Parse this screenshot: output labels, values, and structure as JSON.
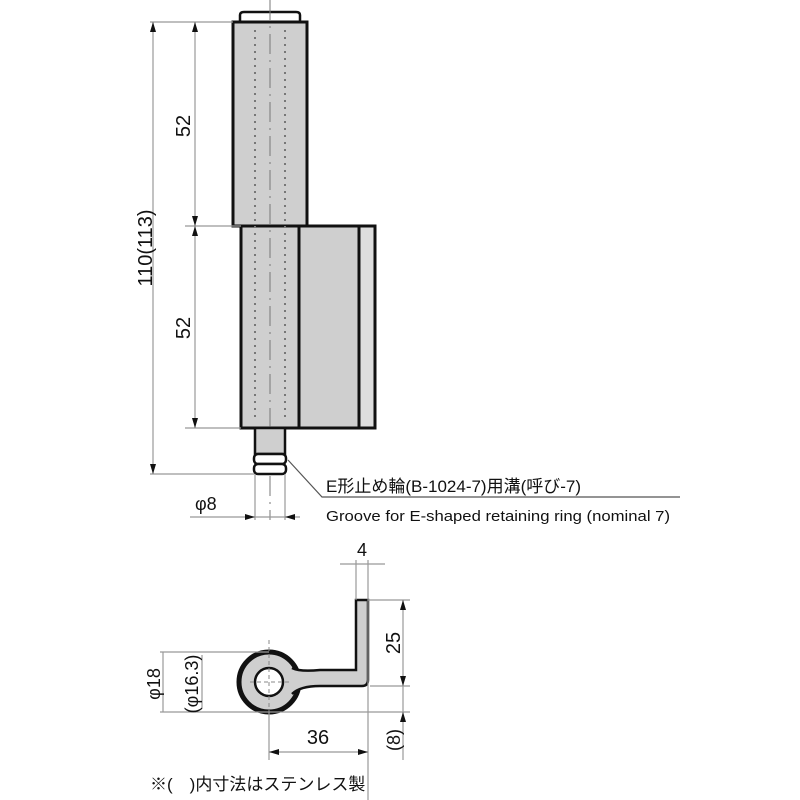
{
  "drawing": {
    "side_view": {
      "dim_total": "110(113)",
      "dim_upper": "52",
      "dim_lower": "52",
      "dim_pin_diameter": "φ8",
      "groove_note_jp": "E形止め輪(B-1024-7)用溝(呼び-7)",
      "groove_note_en": "Groove for E-shaped retaining ring (nominal 7)"
    },
    "top_view": {
      "dim_leaf_thickness": "4",
      "dim_leaf_height": "25",
      "dim_outer_diameter": "φ18",
      "dim_inner_diameter": "(φ16.3)",
      "dim_width": "36",
      "dim_offset": "(8)"
    },
    "footnote": "※(　)内寸法はステンレス製"
  },
  "colors": {
    "fill": "#cfcfcf",
    "line": "#111111",
    "dim": "#999999"
  }
}
